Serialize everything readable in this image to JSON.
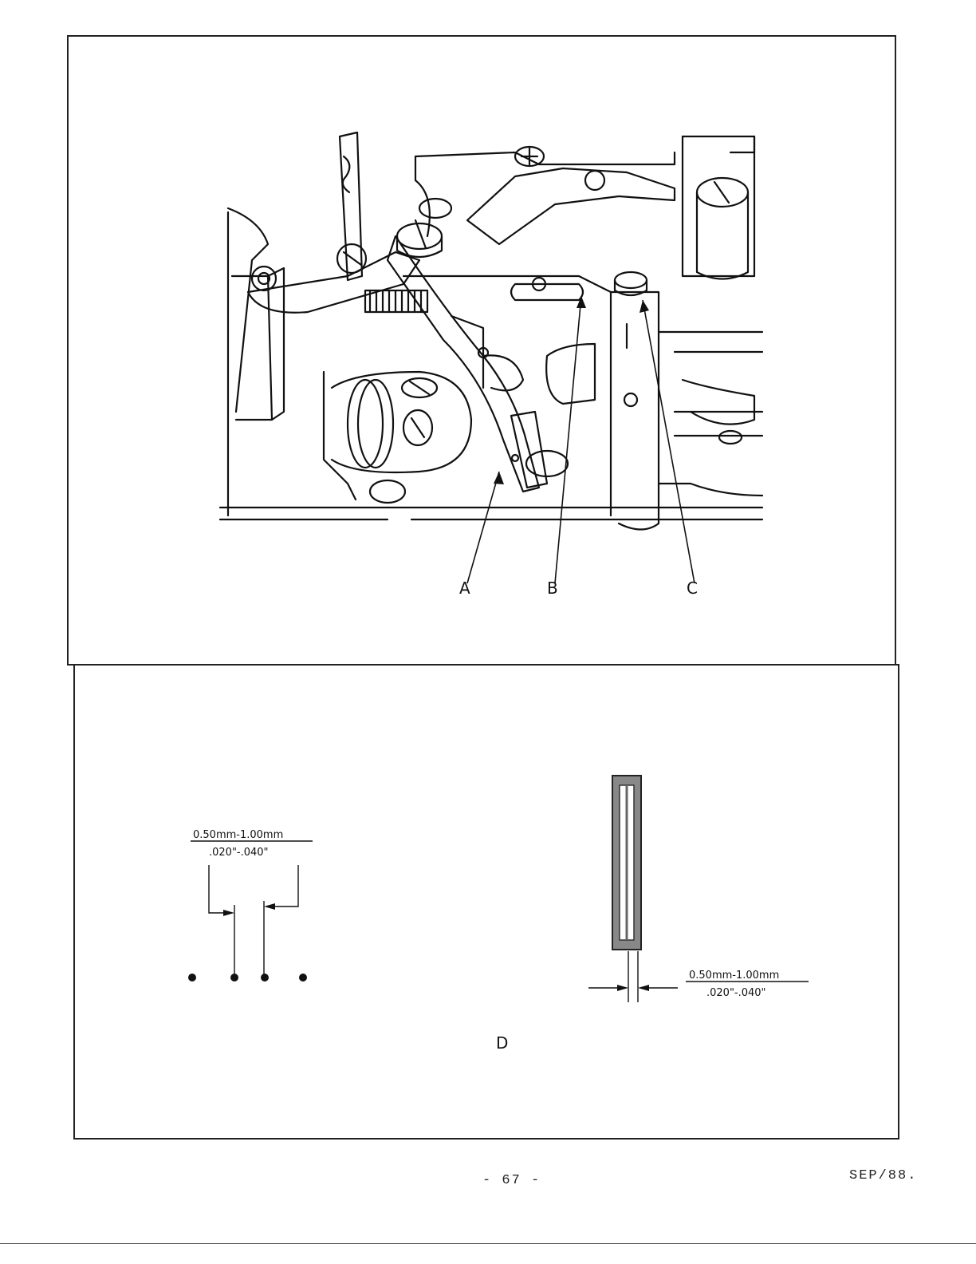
{
  "figure_top": {
    "callouts": [
      "A",
      "B",
      "C"
    ]
  },
  "figure_bottom": {
    "label": "D",
    "left_dimension": {
      "metric": "0.50mm-1.00mm",
      "imperial": ".020\"-.040\""
    },
    "right_dimension": {
      "metric": "0.50mm-1.00mm",
      "imperial": ".020\"-.040\""
    }
  },
  "footer": {
    "page_number": "- 67 -",
    "date": "SEP/88."
  }
}
